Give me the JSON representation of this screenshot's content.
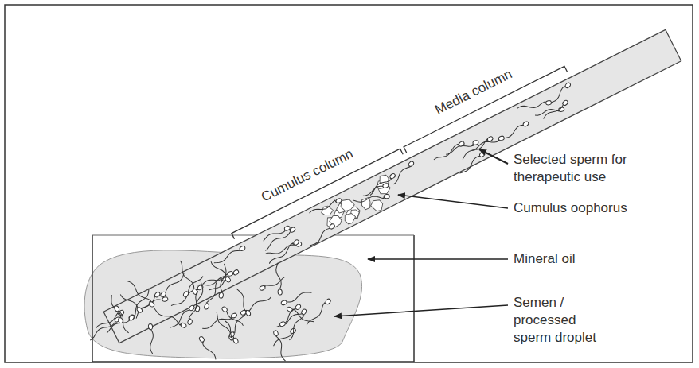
{
  "diagram": {
    "labels": [
      "Cumulus column",
      "Media column",
      "Selected sperm for therapeutic use",
      "Cumulus oophorus",
      "Mineral oil",
      "Semen / processed sperm droplet"
    ]
  }
}
